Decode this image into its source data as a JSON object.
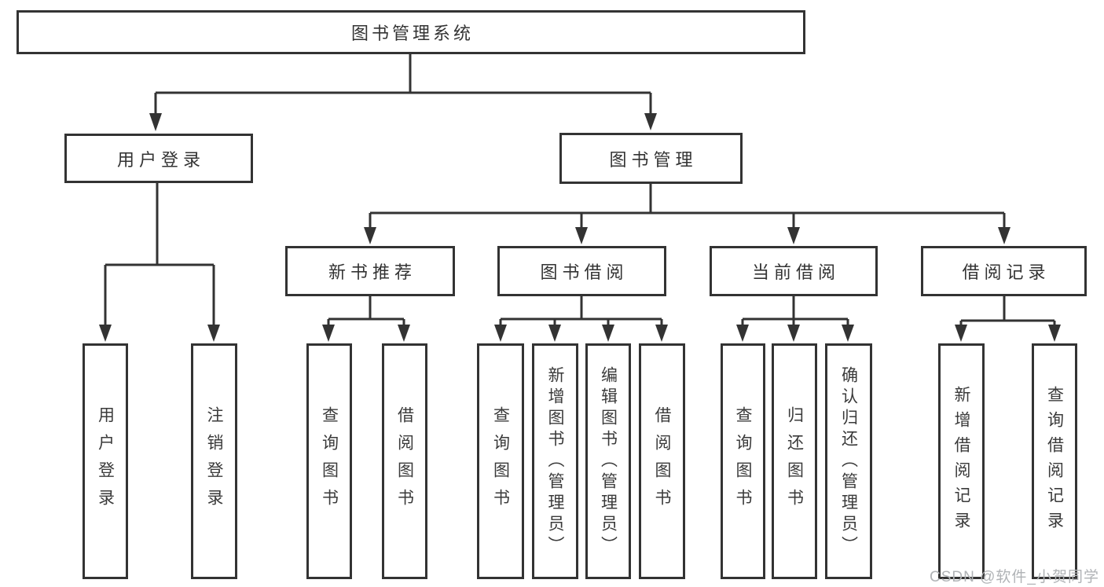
{
  "tree": {
    "label": "图书管理系统",
    "children": [
      {
        "label": "用户登录",
        "children": [
          {
            "label": "用户登录"
          },
          {
            "label": "注销登录"
          }
        ]
      },
      {
        "label": "图书管理",
        "children": [
          {
            "label": "新书推荐",
            "children": [
              {
                "label": "查询图书"
              },
              {
                "label": "借阅图书"
              }
            ]
          },
          {
            "label": "图书借阅",
            "children": [
              {
                "label": "查询图书"
              },
              {
                "label": "新增图书（管理员）"
              },
              {
                "label": "编辑图书（管理员）"
              },
              {
                "label": "借阅图书"
              }
            ]
          },
          {
            "label": "当前借阅",
            "children": [
              {
                "label": "查询图书"
              },
              {
                "label": "归还图书"
              },
              {
                "label": "确认归还（管理员）"
              }
            ]
          },
          {
            "label": "借阅记录",
            "children": [
              {
                "label": "新增借阅记录"
              },
              {
                "label": "查询借阅记录"
              }
            ]
          }
        ]
      }
    ]
  },
  "watermark": {
    "text": "CSDN @软件_小贺同学"
  },
  "colors": {
    "line": "#333333",
    "box_border": "#333333",
    "text": "#3a3a3a",
    "watermark": "#b0b3b6",
    "background": "#ffffff"
  }
}
